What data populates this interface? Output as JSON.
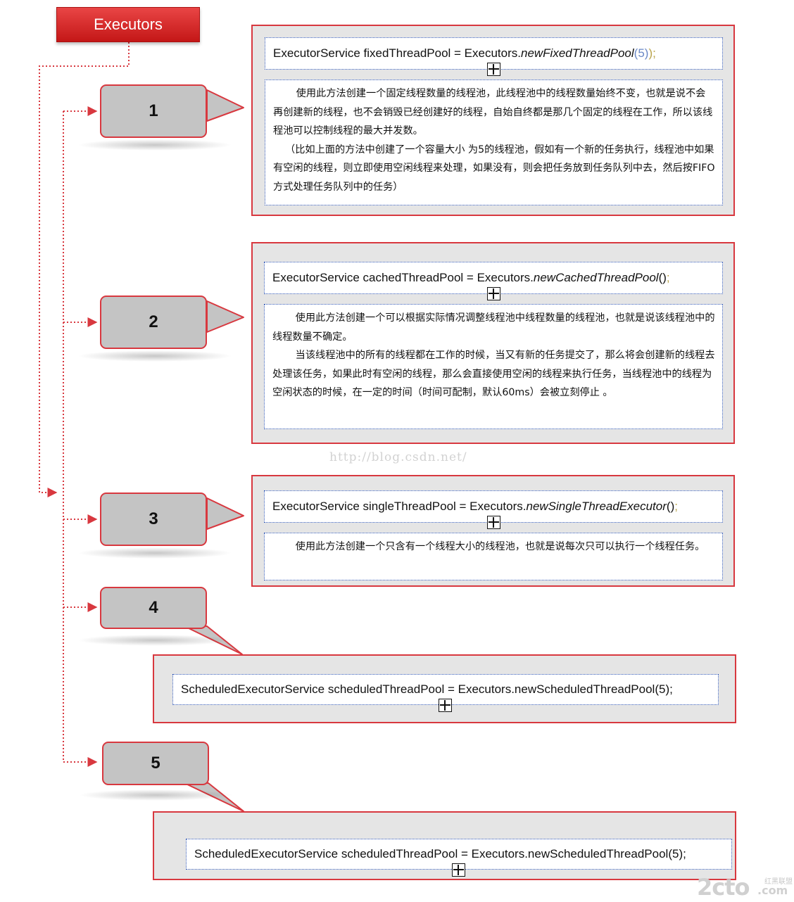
{
  "root": {
    "label": "Executors"
  },
  "items": [
    {
      "number": "1",
      "code": {
        "prefix": "ExecutorService fixedThreadPool = Executors.",
        "method": "newFixedThreadPool",
        "open": "(",
        "arg": "5",
        "close": ")",
        "semi": ");"
      },
      "description": [
        "使用此方法创建一个固定线程数量的线程池，此线程池中的线程数量始终不变，也就是说不会再创建新的线程，也不会销毁已经创建好的线程，自始自终都是那几个固定的线程在工作，所以该线程池可以控制线程的最大并发数。",
        "（比如上面的方法中创建了一个容量大小 为5的线程池，假如有一个新的任务执行，线程池中如果有空闲的线程，则立即使用空闲线程来处理，如果没有，则会把任务放到任务队列中去，然后按FIFO方式处理任务队列中的任务）"
      ]
    },
    {
      "number": "2",
      "code": {
        "prefix": "ExecutorService cachedThreadPool = Executors.",
        "method": "newCachedThreadPool",
        "parens": "()",
        "semi": ";"
      },
      "description": [
        "使用此方法创建一个可以根据实际情况调整线程池中线程数量的线程池，也就是说该线程池中的线程数量不确定。",
        "当该线程池中的所有的线程都在工作的时候，当又有新的任务提交了，那么将会创建新的线程去处理该任务，如果此时有空闲的线程，那么会直接使用空闲的线程来执行任务，当线程池中的线程为空闲状态的时候，在一定的时间（时间可配制，默认60ms）会被立刻停止 。"
      ]
    },
    {
      "number": "3",
      "code": {
        "prefix": "ExecutorService singleThreadPool = Executors.",
        "method": "newSingleThreadExecutor",
        "parens": "()",
        "semi": ";"
      },
      "description": [
        "使用此方法创建一个只含有一个线程大小的线程池，也就是说每次只可以执行一个线程任务。"
      ]
    },
    {
      "number": "4",
      "code": {
        "text": "ScheduledExecutorService scheduledThreadPool = Executors.newScheduledThreadPool(5);"
      }
    },
    {
      "number": "5",
      "code": {
        "text": "ScheduledExecutorService scheduledThreadPool = Executors.newScheduledThreadPool(5);"
      }
    }
  ],
  "watermark": "http://blog.csdn.net/",
  "logo": {
    "main": "2cto",
    "chinese": "红黑联盟",
    "suffix": ".com"
  },
  "colors": {
    "accent": "#d8383f",
    "node_fill": "#c4c4c4",
    "panel_fill": "#e5e5e5",
    "code_border": "#2f56b5"
  }
}
